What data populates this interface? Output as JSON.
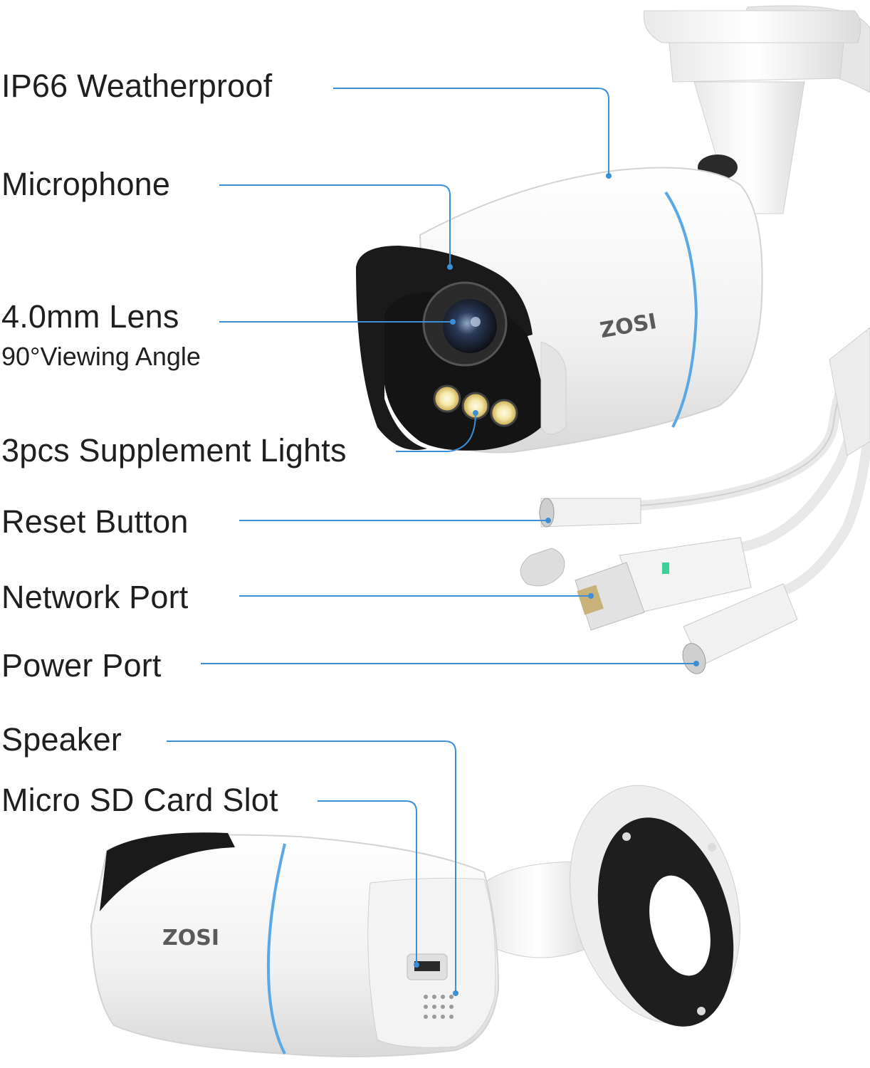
{
  "labels": {
    "weatherproof": "IP66 Weatherproof",
    "microphone": "Microphone",
    "lens": "4.0mm Lens",
    "viewing_angle": "90°Viewing Angle",
    "lights": "3pcs Supplement Lights",
    "reset": "Reset Button",
    "network": "Network Port",
    "power": "Power Port",
    "speaker": "Speaker",
    "sd_slot": "Micro SD Card Slot"
  },
  "brand": "ZOSI",
  "colors": {
    "callout": "#3a8fd6",
    "camera_body": "#f2f2f2",
    "camera_visor": "#1a1a1a",
    "accent_ring": "#5aa9e6"
  }
}
